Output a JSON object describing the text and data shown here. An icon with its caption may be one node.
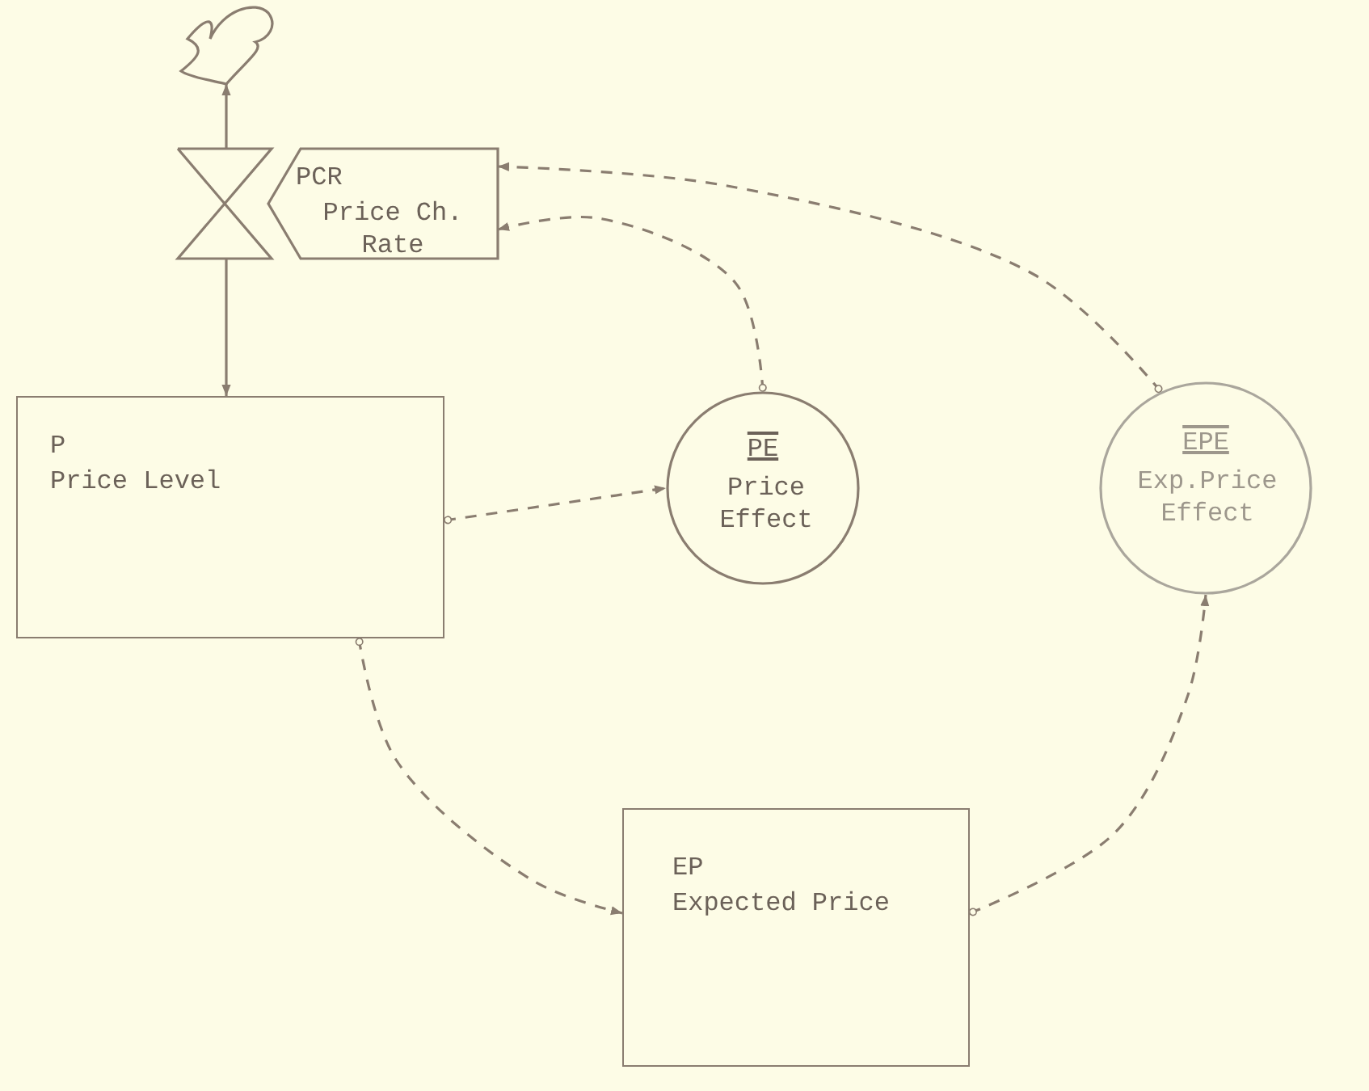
{
  "diagram": {
    "nodes": [
      {
        "text": [],
        "shape": "cloud"
      },
      {
        "text": [
          "PCR",
          "Price Ch. Rate"
        ]
      },
      {
        "text": [
          "P",
          "Price Level"
        ]
      },
      {
        "text": [
          "PE",
          "Price Effect"
        ]
      },
      {
        "text": [
          "EPE",
          "Exp.Price Effect"
        ]
      },
      {
        "text": [
          "EP",
          "Expected Price"
        ]
      }
    ],
    "edges": [
      {
        "from": 1,
        "to": 0,
        "arrow": "to"
      },
      {
        "from": 1,
        "to": 2,
        "arrow": "to"
      },
      {
        "from": 2,
        "to": 3,
        "arrow": "to",
        "style": "dashed"
      },
      {
        "from": 3,
        "to": 1,
        "arrow": "to",
        "style": "dashed"
      },
      {
        "from": 4,
        "to": 1,
        "arrow": "to",
        "style": "dashed"
      },
      {
        "from": 2,
        "to": 5,
        "arrow": "to",
        "style": "dashed"
      },
      {
        "from": 5,
        "to": 4,
        "arrow": "to",
        "style": "dashed"
      }
    ]
  }
}
